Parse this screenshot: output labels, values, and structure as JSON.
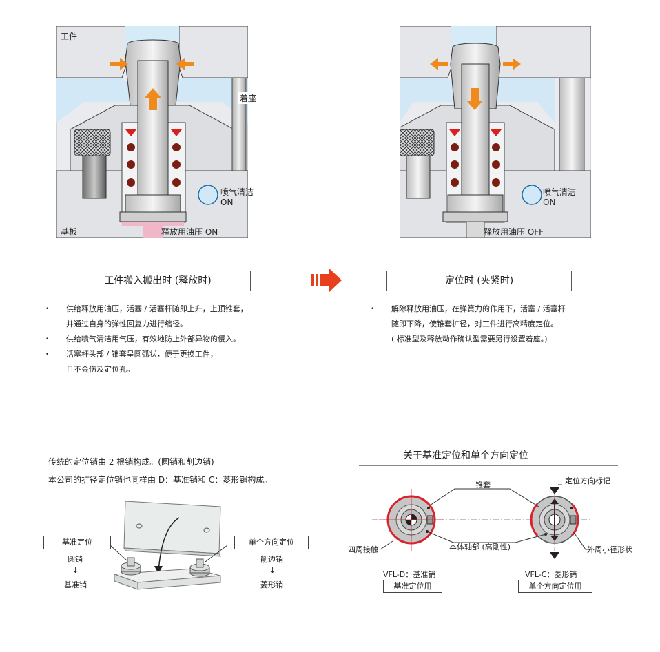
{
  "top_left": {
    "workpiece_label": "工件",
    "seat_label": "着座",
    "air_purge_line1": "喷气清洁",
    "air_purge_line2": "ON",
    "base_label": "基板",
    "hydraulic_label": "释放用油压 ON",
    "caption": "工件搬入搬出时 (释放时)",
    "bullets": [
      "供给释放用油压，活塞 / 活塞杆随即上升，上顶锥套，",
      "并通过自身的弹性回复力进行缩径。",
      "供给喷气清洁用气压，有效地防止外部异物的侵入。",
      "活塞杆头部 / 锥套呈圆弧状，便于更换工件，",
      "且不会伤及定位孔。"
    ]
  },
  "top_right": {
    "air_purge_line1": "喷气清洁",
    "air_purge_line2": "ON",
    "hydraulic_label": "释放用油压 OFF",
    "caption": "定位时 (夹紧时)",
    "bullets": [
      "解除释放用油压，在弹簧力的作用下，活塞 / 活塞杆",
      "随即下降，使锥套扩径，对工件进行高精度定位。",
      "( 标准型及释放动作确认型需要另行设置着座。)"
    ]
  },
  "bottom_left": {
    "line1": "传统的定位销由 2 根销构成。(圆销和削边销)",
    "line2": "本公司的扩径定位销也同样由 D：基准销和 C：菱形销构成。",
    "left_box": "基准定位",
    "left_sub1": "圆销",
    "left_arrow": "↓",
    "left_sub2": "基准销",
    "right_box": "单个方向定位",
    "right_sub1": "削边销",
    "right_arrow": "↓",
    "right_sub2": "菱形销"
  },
  "bottom_right": {
    "title": "关于基准定位和单个方向定位",
    "collet_label": "锥套",
    "direction_mark_label": "定位方向标记",
    "four_contact_label": "四周接触",
    "body_axis_label": "本体轴部 (高刚性)",
    "outer_small_label": "外周小径形状",
    "left_model": "VFL-D：基准销",
    "left_use": "基准定位用",
    "right_model": "VFL-C：菱形销",
    "right_use": "单个方向定位用"
  },
  "colors": {
    "orange": "#f08a1c",
    "red_arrow": "#e8401c",
    "sky": "#cfe6f5",
    "spring": "#7a1e12",
    "pink": "#f0b7c8"
  }
}
